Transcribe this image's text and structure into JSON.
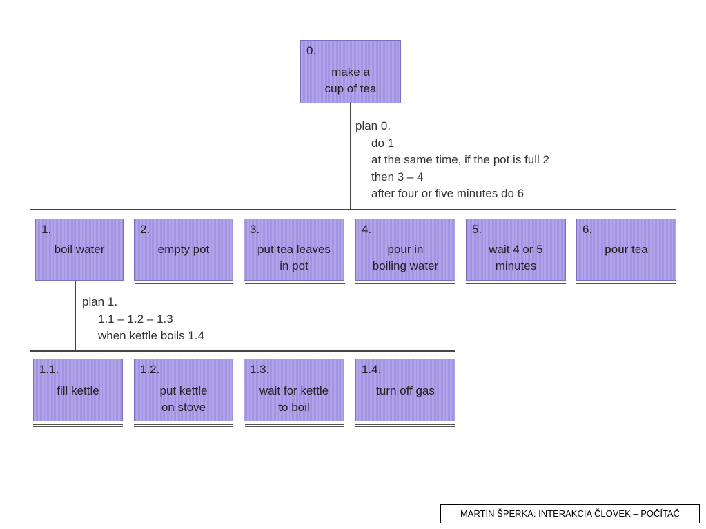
{
  "root": {
    "num": "0.",
    "label": "make a\ncup of tea"
  },
  "plan0": {
    "title": "plan 0.",
    "steps": [
      "do 1",
      "at the same time, if the pot is full 2",
      "then 3 – 4",
      "after four or five minutes do 6"
    ]
  },
  "level1": [
    {
      "num": "1.",
      "label": "boil water"
    },
    {
      "num": "2.",
      "label": "empty pot"
    },
    {
      "num": "3.",
      "label": "put tea leaves\nin pot"
    },
    {
      "num": "4.",
      "label": "pour in\nboiling water"
    },
    {
      "num": "5.",
      "label": "wait 4 or 5\nminutes"
    },
    {
      "num": "6.",
      "label": "pour tea"
    }
  ],
  "plan1": {
    "title": "plan 1.",
    "steps": [
      "1.1 – 1.2 – 1.3",
      "when kettle boils 1.4"
    ]
  },
  "level2": [
    {
      "num": "1.1.",
      "label": "fill kettle"
    },
    {
      "num": "1.2.",
      "label": "put kettle\non stove"
    },
    {
      "num": "1.3.",
      "label": "wait for kettle\nto boil"
    },
    {
      "num": "1.4.",
      "label": "turn off gas"
    }
  ],
  "footer": {
    "credit": "MARTIN ŠPERKA: INTERAKCIA ČLOVEK – POČÍTAČ"
  }
}
